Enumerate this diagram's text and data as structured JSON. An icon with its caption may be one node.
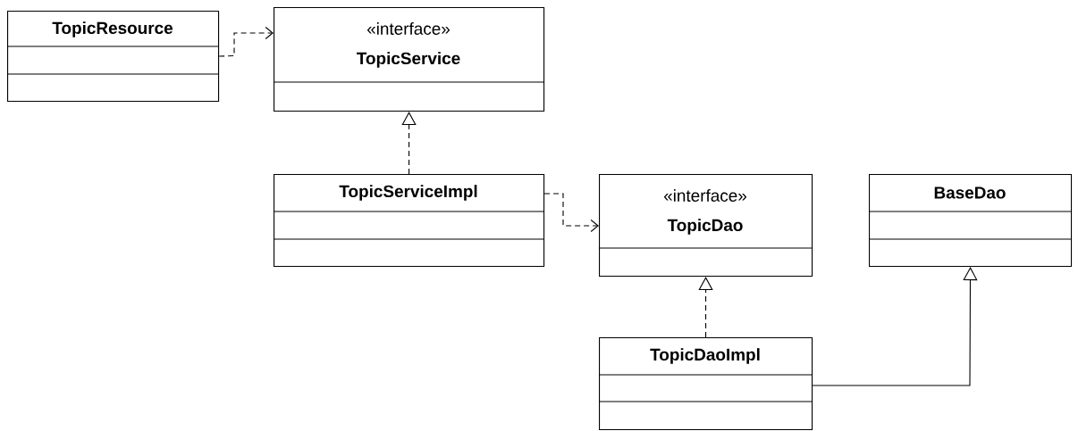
{
  "diagram": {
    "nodes": [
      {
        "text": [
          "TopicResource"
        ]
      },
      {
        "text": [
          "«interface»",
          "TopicService"
        ]
      },
      {
        "text": [
          "TopicServiceImpl"
        ]
      },
      {
        "text": [
          "«interface»",
          "TopicDao"
        ]
      },
      {
        "text": [
          "BaseDao"
        ]
      },
      {
        "text": [
          "TopicDaoImpl"
        ]
      }
    ],
    "edges": [
      {
        "from": 0,
        "to": 1,
        "arrow": "to",
        "style": "dashed"
      },
      {
        "from": 2,
        "to": 1,
        "arrow": "to",
        "style": "dashed"
      },
      {
        "from": 2,
        "to": 3,
        "arrow": "to",
        "style": "dashed"
      },
      {
        "from": 5,
        "to": 3,
        "arrow": "to",
        "style": "dashed"
      },
      {
        "from": 5,
        "to": 4,
        "arrow": "to"
      }
    ]
  }
}
